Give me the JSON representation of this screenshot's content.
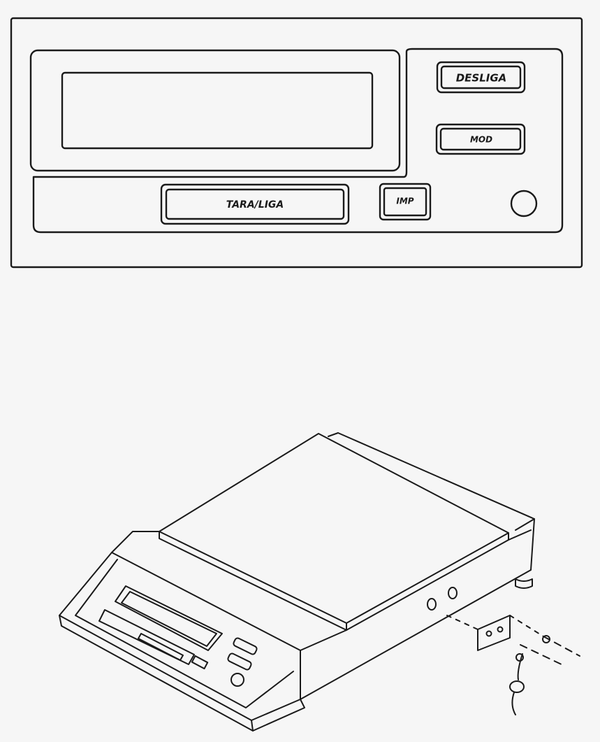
{
  "panel": {
    "buttons": {
      "desliga": "DESLIGA",
      "mod": "MOD",
      "tara_liga": "TARA/LIGA",
      "imp": "IMP"
    }
  },
  "colors": {
    "ink": "#1a1a1a",
    "paper": "#f6f6f6"
  }
}
